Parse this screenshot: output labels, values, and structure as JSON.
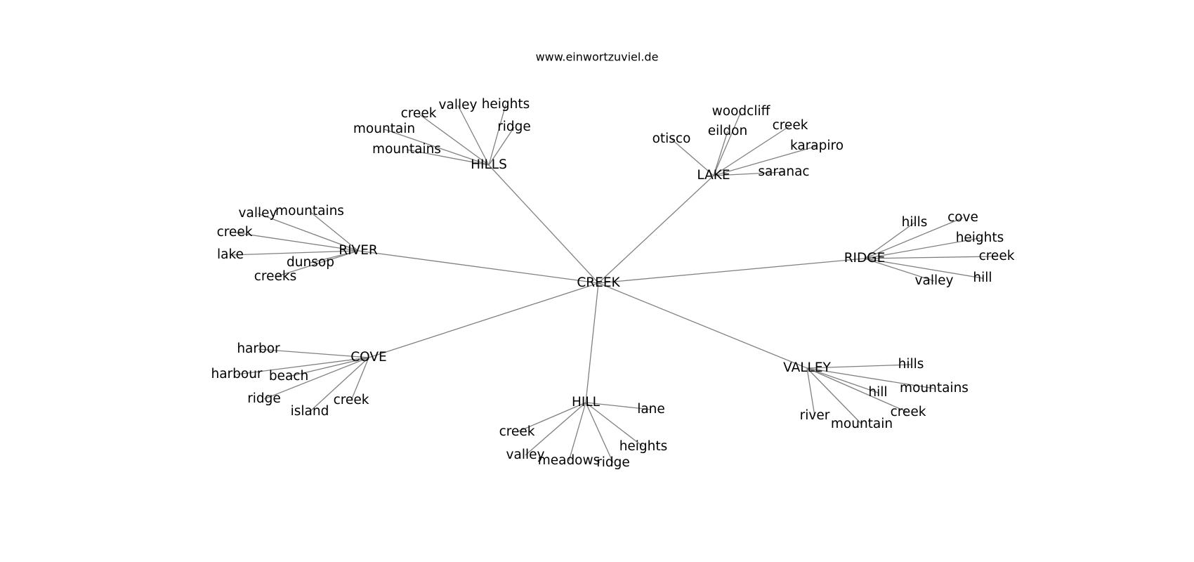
{
  "header": {
    "site": "www.einwortzuviel.de"
  },
  "graph": {
    "center": "CREEK",
    "hubs": [
      {
        "label": "HILLS",
        "leaves": [
          "creek",
          "valley",
          "heights",
          "ridge",
          "mountain",
          "mountains"
        ]
      },
      {
        "label": "LAKE",
        "leaves": [
          "woodcliff",
          "eildon",
          "creek",
          "otisco",
          "karapiro",
          "saranac"
        ]
      },
      {
        "label": "RIVER",
        "leaves": [
          "valley",
          "mountains",
          "creek",
          "lake",
          "dunsop",
          "creeks"
        ]
      },
      {
        "label": "RIDGE",
        "leaves": [
          "hills",
          "cove",
          "heights",
          "creek",
          "hill",
          "valley"
        ]
      },
      {
        "label": "COVE",
        "leaves": [
          "harbor",
          "harbour",
          "beach",
          "ridge",
          "island",
          "creek"
        ]
      },
      {
        "label": "VALLEY",
        "leaves": [
          "hills",
          "mountains",
          "hill",
          "creek",
          "river",
          "mountain"
        ]
      },
      {
        "label": "HILL",
        "leaves": [
          "lane",
          "creek",
          "valley",
          "meadows",
          "ridge",
          "heights"
        ]
      }
    ]
  },
  "colors": {
    "edge": "#808080",
    "text": "#000000",
    "background": "#ffffff"
  }
}
